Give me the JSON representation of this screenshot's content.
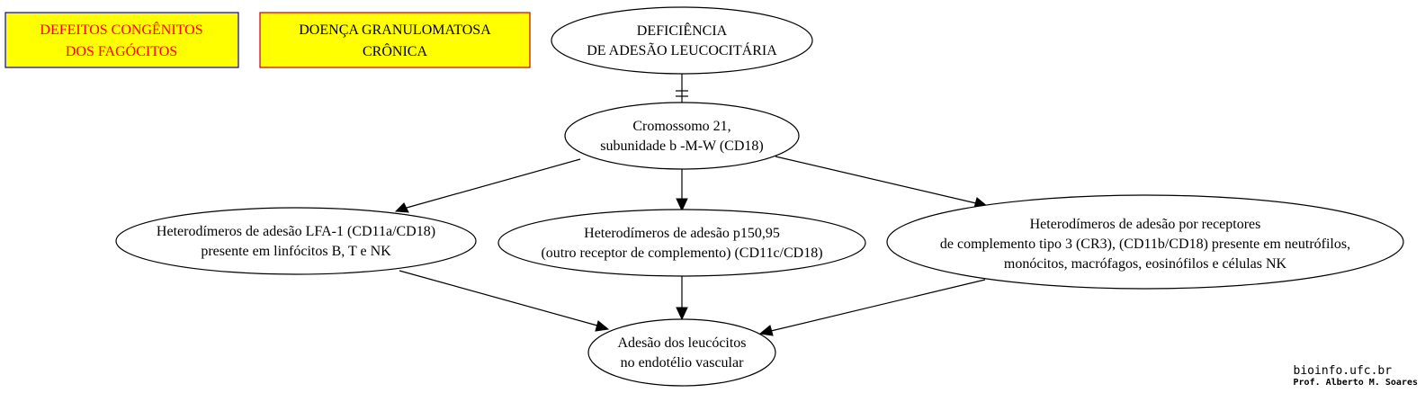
{
  "legend_boxes": {
    "phagocyte_defects": [
      "DEFEITOS CONGÊNITOS",
      "DOS FAGÓCITOS"
    ],
    "cgd": [
      "DOENÇA GRANULOMATOSA",
      "CRÔNICA"
    ]
  },
  "nodes": {
    "lad": [
      "DEFICIÊNCIA",
      "DE ADESÃO LEUCOCITÁRIA"
    ],
    "chromosome": [
      "Cromossomo 21,",
      "subunidade b -M-W (CD18)"
    ],
    "lfa1": [
      "Heterodímeros de adesão LFA-1 (CD11a/CD18)",
      "presente em linfócitos B, T e NK"
    ],
    "p150": [
      "Heterodímeros de adesão p150,95",
      "(outro receptor de complemento) (CD11c/CD18)"
    ],
    "cr3": [
      "Heterodímeros de adesão por receptores",
      "de complemento tipo 3 (CR3), (CD11b/CD18) presente em neutrófilos,",
      "monócitos, macrófagos, eosinófilos e células NK"
    ],
    "adhesion": [
      "Adesão dos leucócitos",
      "no endotélio vascular"
    ]
  },
  "colors": {
    "box_fill": "#ffff00",
    "box_border_blue": "#0000cc",
    "box_border_red": "#cc0000",
    "red_text": "#ff0000"
  },
  "credits": {
    "site": "bioinfo.ufc.br",
    "author": "Prof. Alberto M. Soares"
  }
}
